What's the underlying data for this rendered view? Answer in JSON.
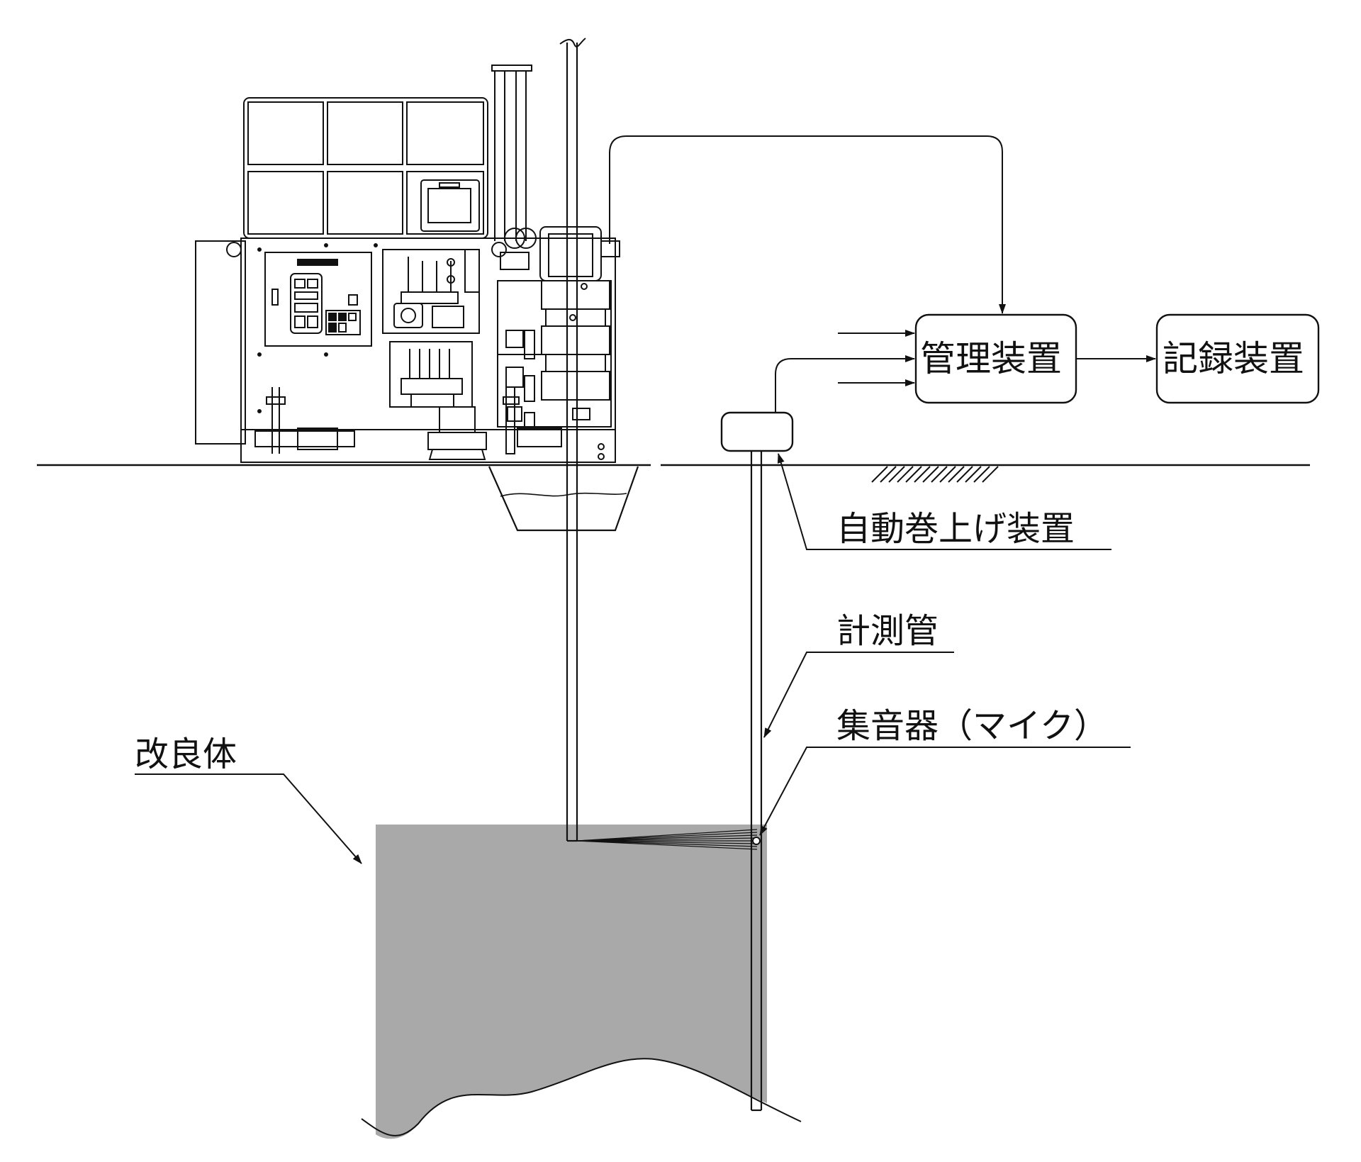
{
  "labels": {
    "control_unit": "管理装置",
    "recorder": "記録装置",
    "auto_winder": "自動巻上げ装置",
    "measuring_pipe": "計測管",
    "microphone": "集音器（マイク）",
    "improved_body": "改良体"
  },
  "colors": {
    "line": "#111111",
    "improved_body_fill": "#a9a9a9",
    "background": "#ffffff"
  }
}
